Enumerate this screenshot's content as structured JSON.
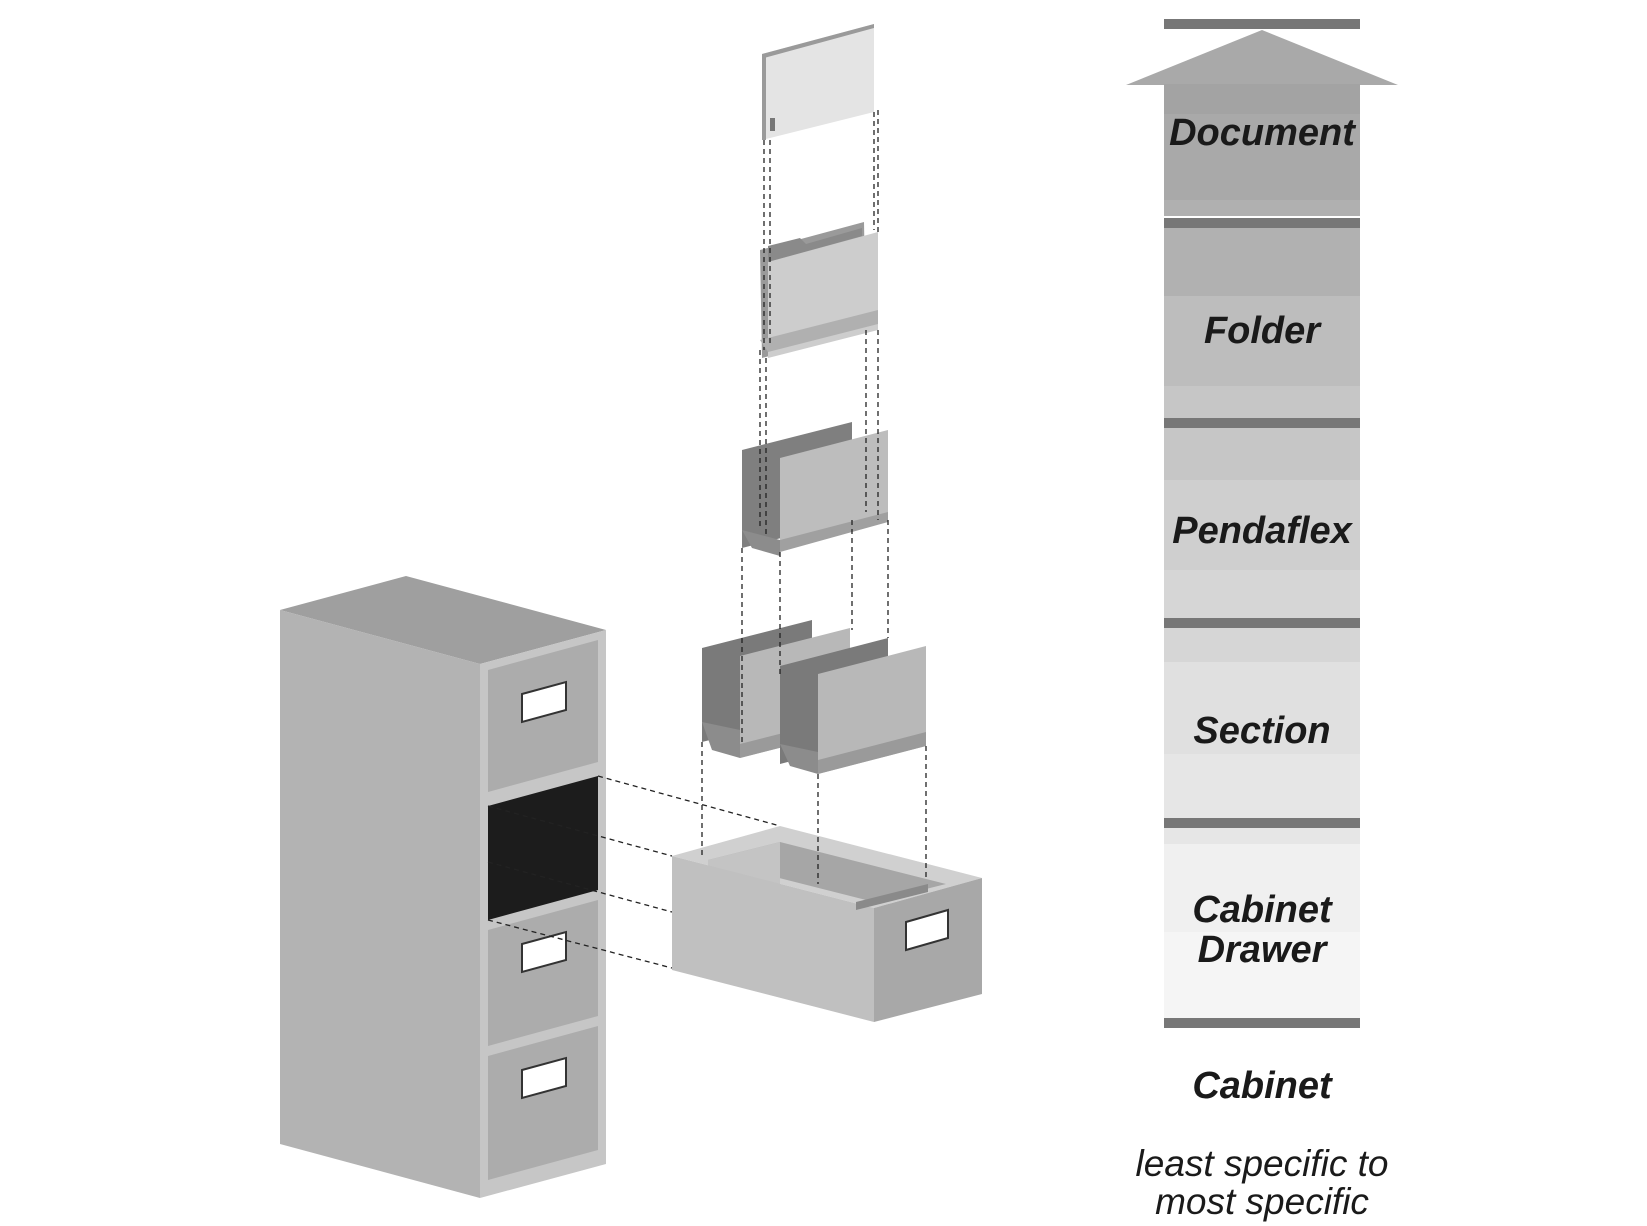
{
  "hierarchy": {
    "levels": [
      {
        "label": "Document"
      },
      {
        "label": "Folder"
      },
      {
        "label": "Pendaflex"
      },
      {
        "label": "Section"
      },
      {
        "label": "Cabinet",
        "label2": "Drawer"
      }
    ],
    "base_label": "Cabinet",
    "caption_line1": "least specific to",
    "caption_line2": "most specific"
  },
  "colors": {
    "divider": "#777777",
    "arrow": "#a9a9a9",
    "level_document": "#a9a9a9",
    "level_folder": "#bdbdbd",
    "level_pendaflex": "#cfcfcf",
    "level_section": "#e0e0e0",
    "level_drawer": "#f0f0f0",
    "cabinet_front": "#b3b3b3",
    "cabinet_top": "#9f9f9f",
    "cabinet_side": "#c4c4c4",
    "open_slot": "#1c1c1c"
  }
}
